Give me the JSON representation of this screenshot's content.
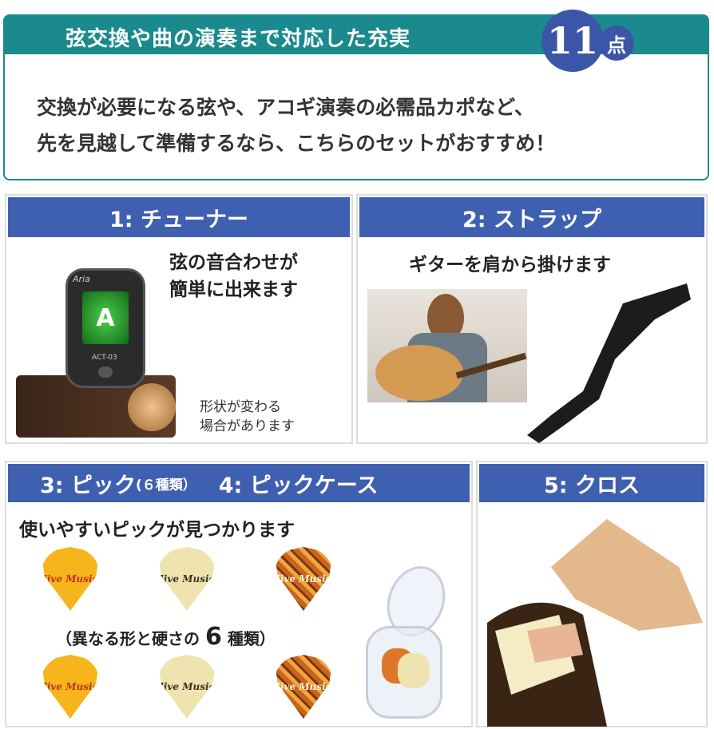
{
  "header": {
    "title": "弦交換や曲の演奏まで対応した充実",
    "count_number": "11",
    "count_unit": "点",
    "lead_lines": [
      "交換が必要になる弦や、アコギ演奏の必需品カポなど、",
      "先を見越して準備するなら、こちらのセットがおすすめ！"
    ]
  },
  "items": {
    "tuner": {
      "label": "1: チューナー",
      "caption_lines": [
        "弦の音合わせが",
        "簡単に出来ます"
      ],
      "note_lines": [
        "形状が変わる",
        "場合があります"
      ],
      "device_brand": "Aria",
      "device_model": "ACT-03",
      "display_note": "A"
    },
    "strap": {
      "label": "2: ストラップ",
      "caption": "ギターを肩から掛けます"
    },
    "picks": {
      "label": "3: ピック",
      "label_sub": "(６種類）",
      "case_label": "4: ピックケース",
      "caption": "使いやすいピックが見つかります",
      "variety_prefix": "（異なる形と硬さの",
      "variety_number": "6",
      "variety_suffix": "種類）",
      "pick_logo": "Jive Music"
    },
    "cloth": {
      "label": "5: クロス"
    }
  },
  "colors": {
    "teal": "#1a8a8e",
    "blue": "#3f5fb0",
    "badge": "#3b56a8"
  }
}
